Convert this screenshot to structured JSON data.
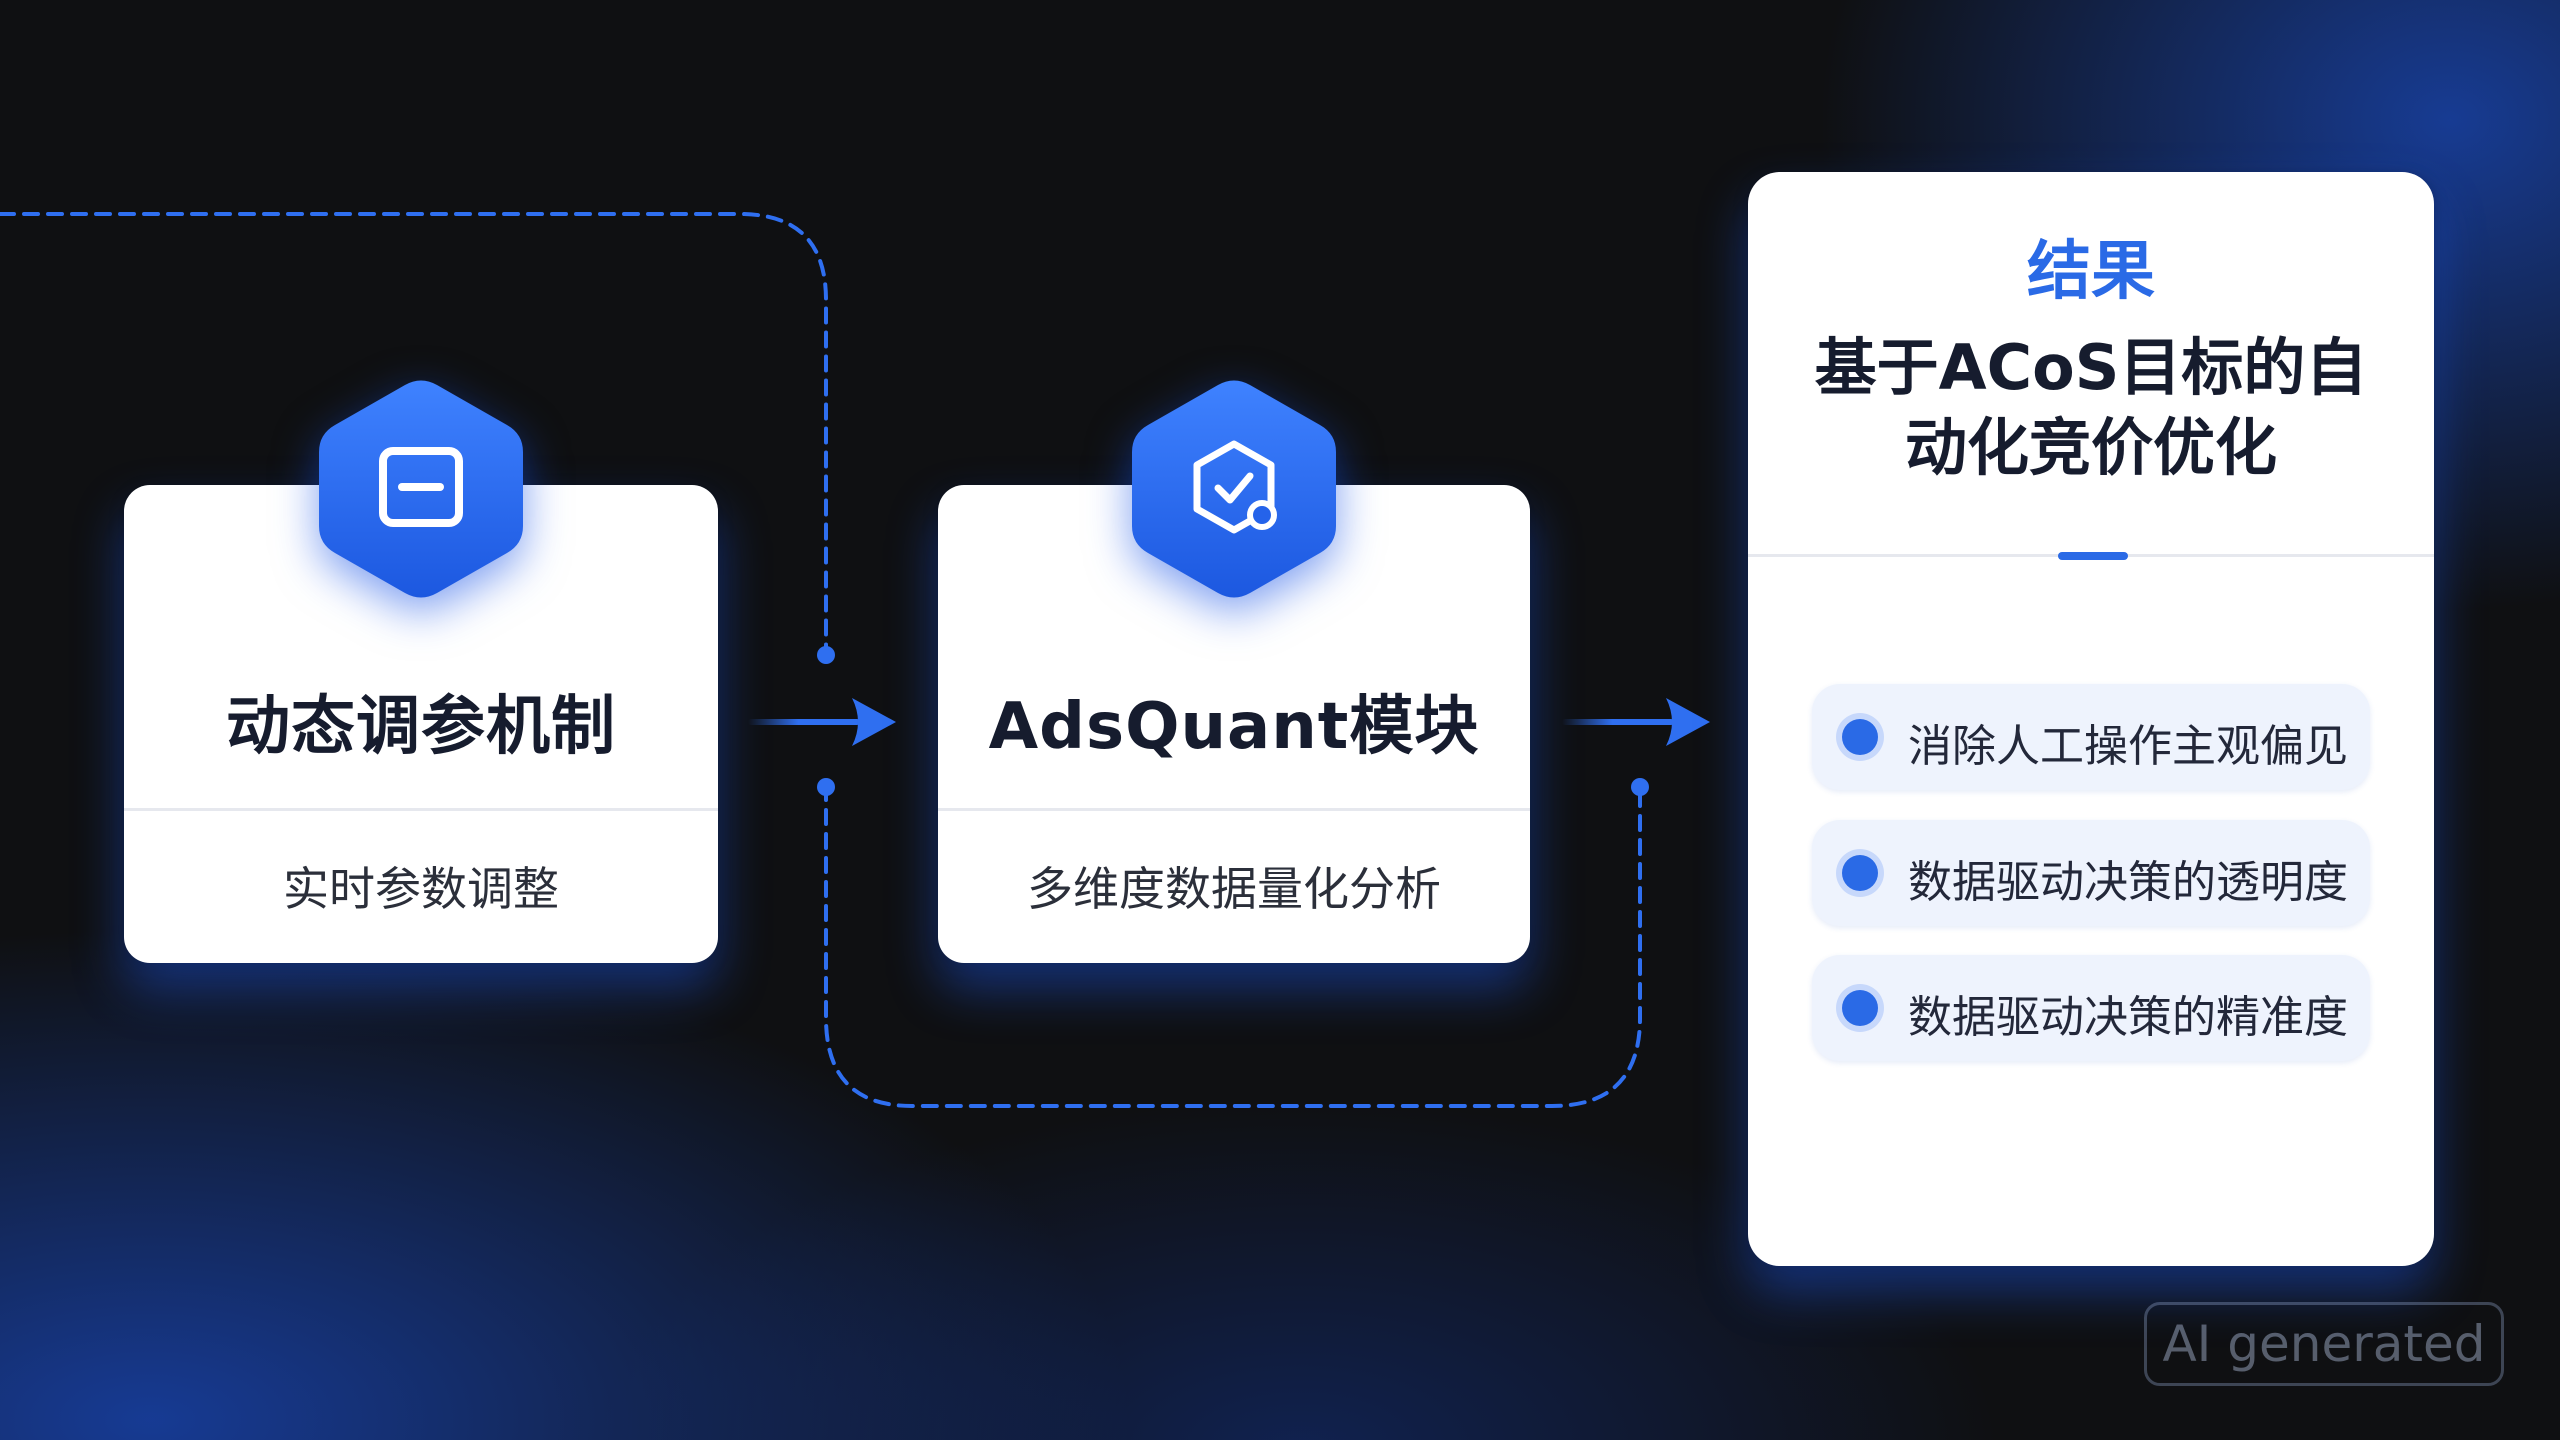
{
  "steps": [
    {
      "title": "动态调参机制",
      "subtitle": "实时参数调整",
      "icon": "minus-square-icon"
    },
    {
      "title": "AdsQuant模块",
      "subtitle": "多维度数据量化分析",
      "icon": "shield-check-icon"
    }
  ],
  "result": {
    "label": "结果",
    "heading": "基于ACoS目标的自\n动化竞价优化",
    "outcomes": [
      "消除人工操作主观偏见",
      "数据驱动决策的透明度",
      "数据驱动决策的精准度"
    ]
  },
  "watermark": "AI generated",
  "colors": {
    "accent": "#2a6ae6",
    "connector": "#2f6ff0",
    "background": "#0f1012",
    "card": "#ffffff"
  }
}
